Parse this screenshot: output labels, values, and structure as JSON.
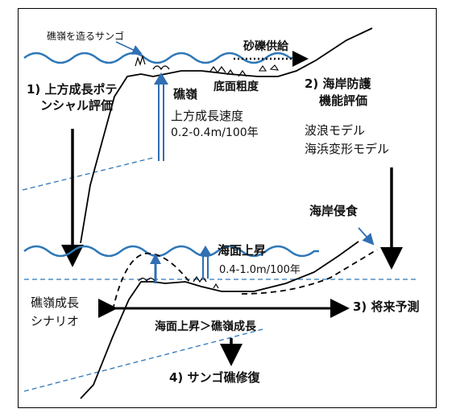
{
  "labels": {
    "coral_reef_builders": "礁嶺を造るサンゴ",
    "gravel_supply": "砂礫供給",
    "step1_line1": "1) 上方成長ポテ",
    "step1_line2": "ンシャル評価",
    "reef_crest": "礁嶺",
    "bottom_roughness": "底面粗度",
    "upward_growth_rate": "上方成長速度",
    "upward_growth_value": "0.2-0.4m/100年",
    "step2_line1": "2) 海岸防護",
    "step2_line2": "機能評価",
    "wave_model": "波浪モデル",
    "beach_model": "海浜変形モデル",
    "coastal_erosion": "海岸侵食",
    "sea_level_rise": "海面上昇",
    "sea_level_rise_value": "0.4-1.0m/100年",
    "reef_scenario_line1": "礁嶺成長",
    "reef_scenario_line2": "シナリオ",
    "step3": "3) 将来予測",
    "comparison": "海面上昇＞礁嶺成長",
    "step4": "4) サンゴ礁修復"
  },
  "colors": {
    "water": "#2f78b7",
    "arrow_blue": "#2f6fb3",
    "black": "#000000"
  }
}
